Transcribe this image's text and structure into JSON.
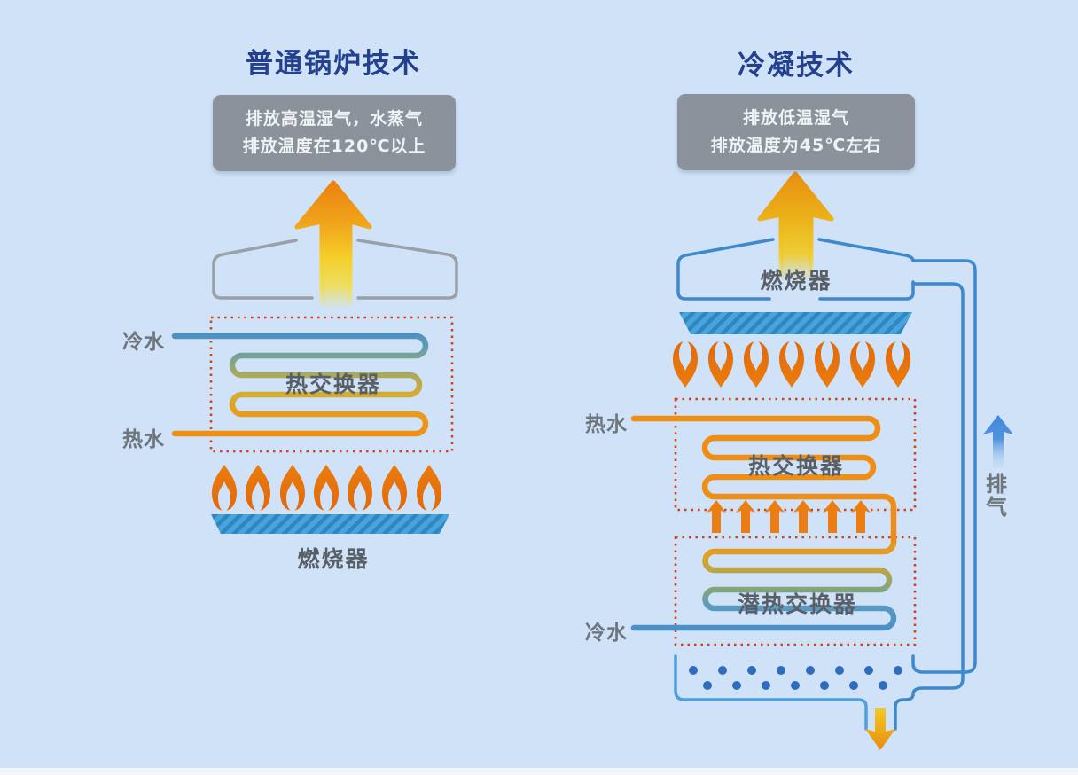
{
  "page": {
    "background": "#cfe2f8"
  },
  "left_panel": {
    "title": "普通锅炉技术",
    "note": {
      "line1": "排放高温湿气，水蒸气",
      "line2": "排放温度在120℃以上"
    },
    "labels": {
      "cold_water": "冷水",
      "hot_water": "热水",
      "heat_exchanger": "热交换器",
      "burner": "燃烧器"
    },
    "flame_count": 7
  },
  "right_panel": {
    "title": "冷凝技术",
    "note": {
      "line1": "排放低温湿气",
      "line2": "排放温度为45℃左右"
    },
    "labels": {
      "burner": "燃烧器",
      "hot_water": "热水",
      "heat_exchanger": "热交换器",
      "latent_heat_exchanger": "潜热交换器",
      "cold_water": "冷水",
      "exhaust": "排气"
    },
    "flame_count": 7,
    "heat_transfer_arrow_count": 6,
    "condensate_dot_rows": [
      8,
      7
    ]
  },
  "colors": {
    "title_blue": "#24418f",
    "note_box_gray": "#8b929b",
    "label_gray": "#6e757c",
    "dotted_border_red": "#d0431a",
    "cold_water_blue": "#4a90c7",
    "hot_water_orange": "#ef8d14",
    "flame_orange": "#e87210",
    "burner_plate_blue": "#4aa3da",
    "pipe_blue": "#3e88cc",
    "hood_gray": "#99a0a8",
    "condensate_dot_blue": "#2e6cc0"
  }
}
